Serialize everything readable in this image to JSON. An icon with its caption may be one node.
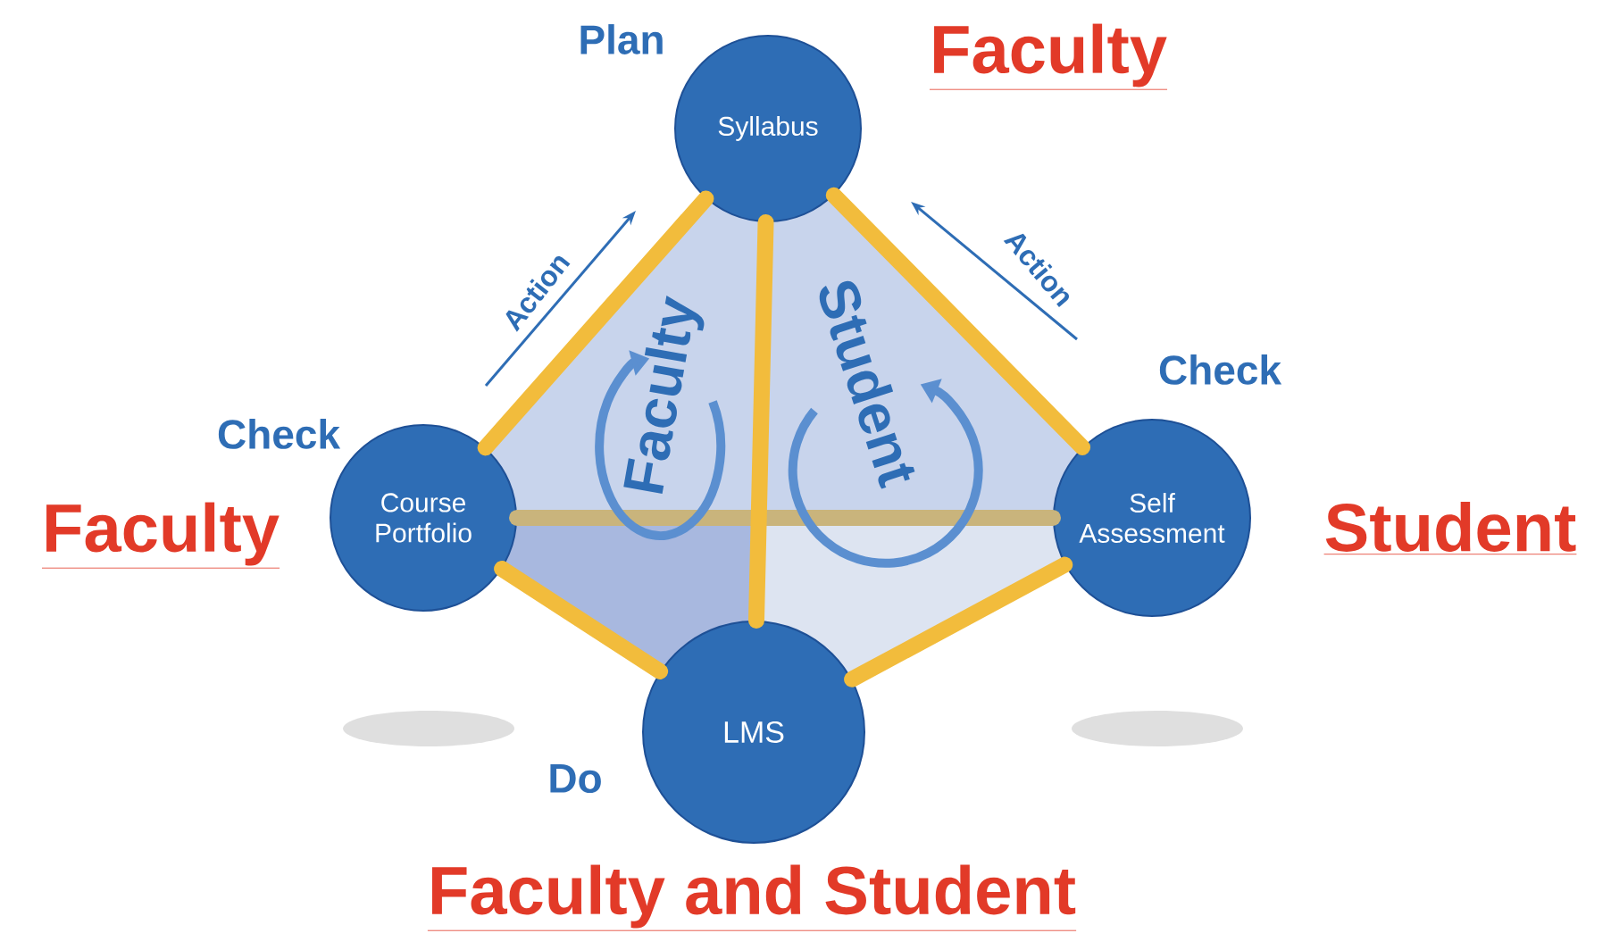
{
  "diagram": {
    "nodes": [
      {
        "text": [
          "Syllabus"
        ],
        "beside": [
          "Plan",
          "Faculty"
        ]
      },
      {
        "text": [
          "Course Portfolio"
        ],
        "beside": [
          "Check",
          "Faculty"
        ]
      },
      {
        "text": [
          "Self Assessment"
        ],
        "beside": [
          "Check",
          "Student"
        ]
      },
      {
        "text": [
          "LMS"
        ],
        "beside": [
          "Do",
          "Faculty and Student"
        ]
      }
    ],
    "edges": [
      {
        "from": 1,
        "to": 2,
        "arrow": "none",
        "color": "#c9b47c"
      },
      {
        "from": 0,
        "to": 1,
        "arrow": "none"
      },
      {
        "from": 0,
        "to": 3,
        "arrow": "none"
      },
      {
        "from": 0,
        "to": 2,
        "arrow": "none"
      },
      {
        "from": 1,
        "to": 3,
        "arrow": "none"
      },
      {
        "from": 3,
        "to": 2,
        "arrow": "none"
      }
    ],
    "labels": [
      "Action",
      "Action",
      "Faculty",
      "Student"
    ]
  }
}
